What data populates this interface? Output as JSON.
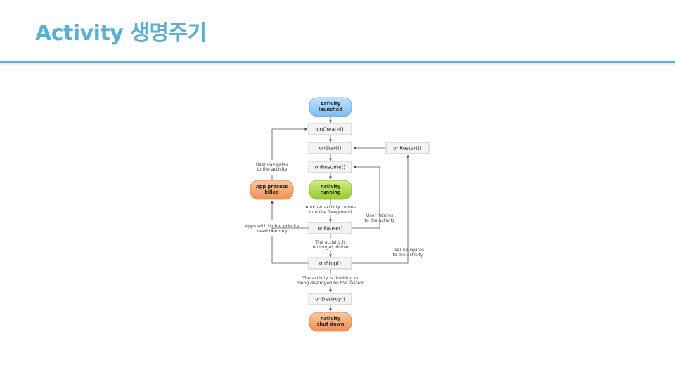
{
  "slide": {
    "title": "Activity 생명주기"
  },
  "diagram": {
    "states": {
      "launched": [
        "Activity",
        "launched"
      ],
      "running": [
        "Activity",
        "running"
      ],
      "killed": [
        "App process",
        "killed"
      ],
      "shutdown": [
        "Activity",
        "shut down"
      ]
    },
    "callbacks": {
      "oncreate": "onCreate()",
      "onstart": "onStart()",
      "onresume": "onResume()",
      "onpause": "onPause()",
      "onstop": "onStop()",
      "ondestroy": "onDestroy()",
      "onrestart": "onRestart()"
    },
    "notes": {
      "foreground": [
        "Another activity comes",
        "into the foreground"
      ],
      "returns": [
        "User returns",
        "to the activity"
      ],
      "nav_left": [
        "User navigates",
        "to the activity"
      ],
      "memory": [
        "Apps with higher priority",
        "need memory"
      ],
      "not_visible": [
        "The activity is",
        "no longer visible"
      ],
      "nav_right": [
        "User navigates",
        "to the activity"
      ],
      "finishing": [
        "The activity is finishing or",
        "being destroyed by the system"
      ]
    },
    "colors": {
      "launched": "#8fc8f3",
      "running": "#a8d63f",
      "killed": "#f5a36f",
      "shutdown": "#f5a36f"
    }
  }
}
